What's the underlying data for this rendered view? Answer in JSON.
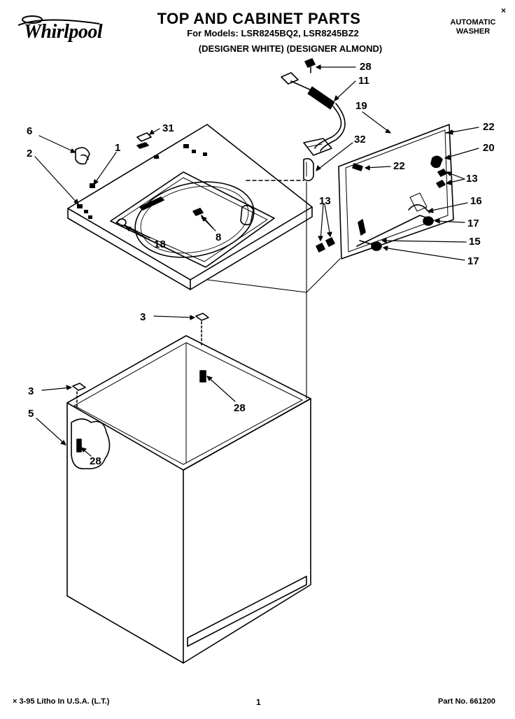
{
  "header": {
    "brand": "Whirlpool",
    "title": "TOP AND CABINET PARTS",
    "models": "For Models: LSR8245BQ2, LSR8245BZ2",
    "variants": "(DESIGNER WHITE) (DESIGNER ALMOND)",
    "product_line1": "AUTOMATIC",
    "product_line2": "WASHER",
    "corner_mark": "×"
  },
  "footer": {
    "printed": "3-95 Litho In U.S.A. (L.T.)",
    "page": "1",
    "part_no": "Part No. 661200",
    "corner_mark": "×"
  },
  "callouts": {
    "c28_top": "28",
    "c11": "11",
    "c19": "19",
    "c22_a": "22",
    "c20": "20",
    "c22_b": "22",
    "c13_a": "13",
    "c16": "16",
    "c17_a": "17",
    "c15": "15",
    "c17_b": "17",
    "c13_b": "13",
    "c32": "32",
    "c31": "31",
    "c6": "6",
    "c1": "1",
    "c2": "2",
    "c8": "8",
    "c18": "18",
    "c3_a": "3",
    "c28_mid": "28",
    "c3_b": "3",
    "c5": "5",
    "c28_low": "28"
  },
  "colors": {
    "ink": "#000000",
    "paper": "#ffffff"
  }
}
